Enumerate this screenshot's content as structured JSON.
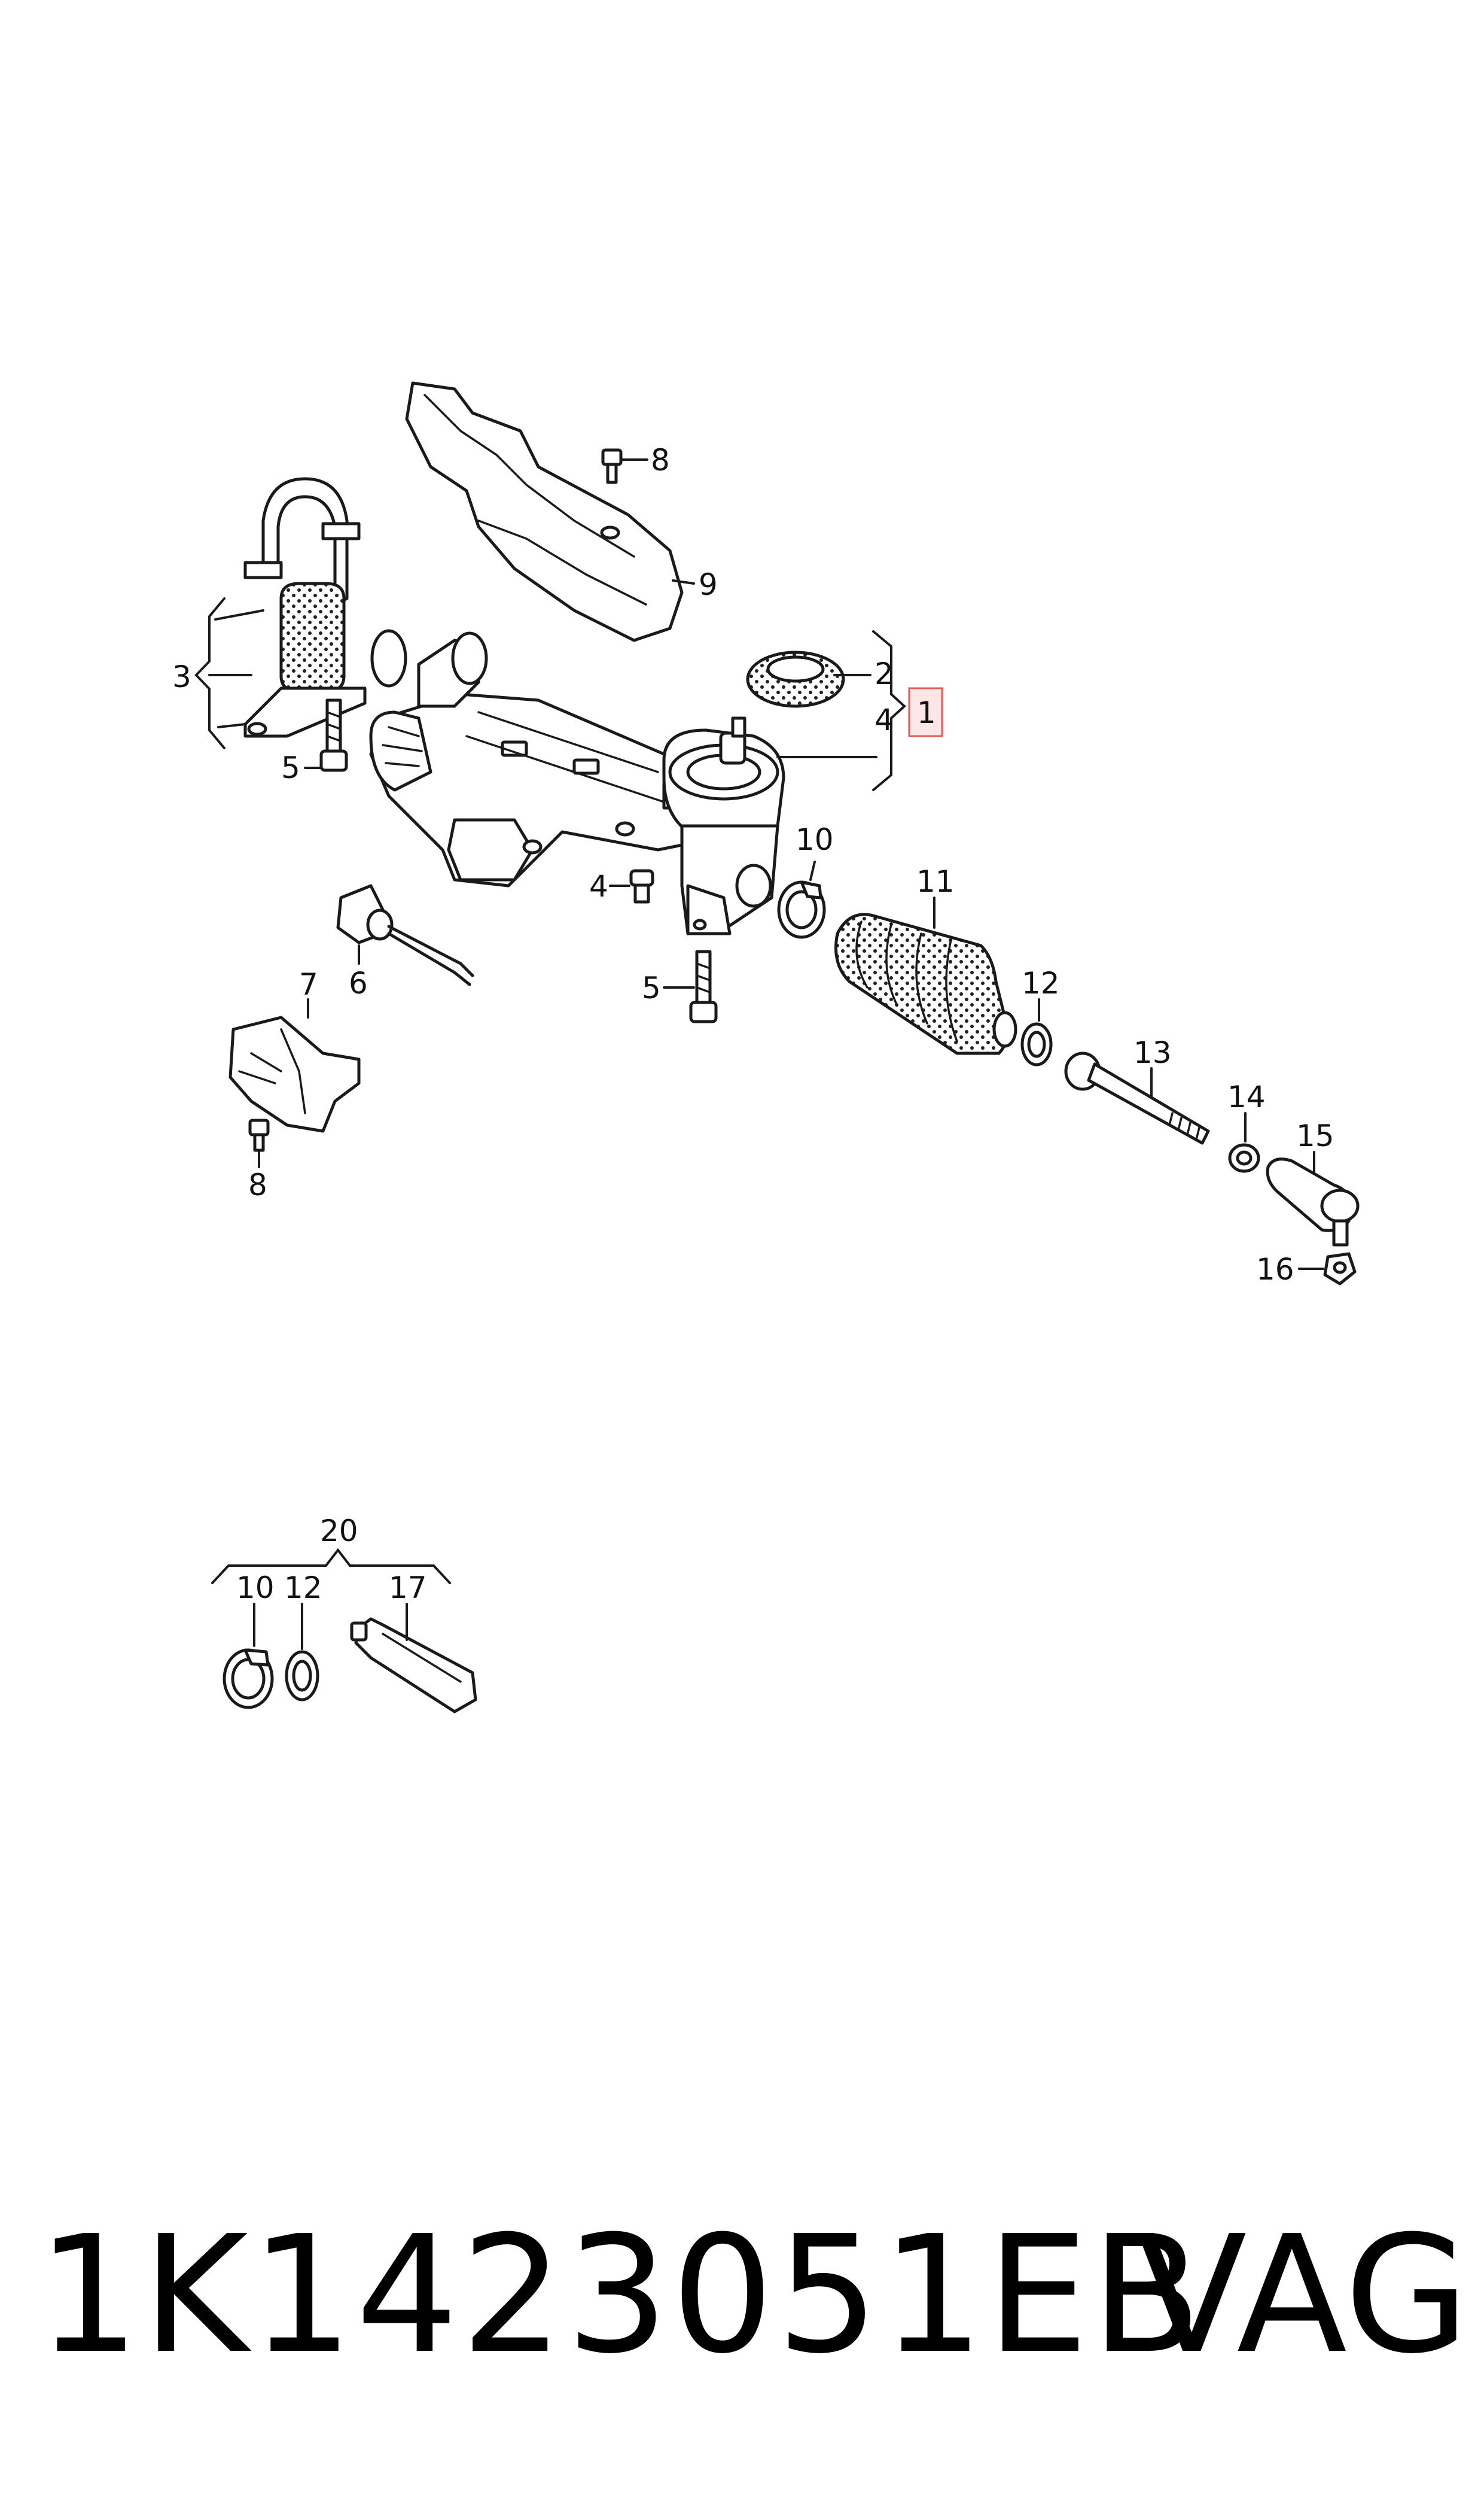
{
  "diagram": {
    "callouts": {
      "c1": "1",
      "c2": "2",
      "c3": "3",
      "c4a": "4",
      "c4b": "4",
      "c5a": "5",
      "c5b": "5",
      "c6": "6",
      "c7": "7",
      "c8a": "8",
      "c8b": "8",
      "c9": "9",
      "c10a": "10",
      "c10b": "10",
      "c11": "11",
      "c12a": "12",
      "c12b": "12",
      "c13": "13",
      "c14": "14",
      "c15": "15",
      "c16": "16",
      "c17": "17",
      "c20": "20"
    },
    "highlight_color": "#e05a5a"
  },
  "footer": {
    "part_number": "1K1423051EB",
    "brand": "VAG"
  }
}
